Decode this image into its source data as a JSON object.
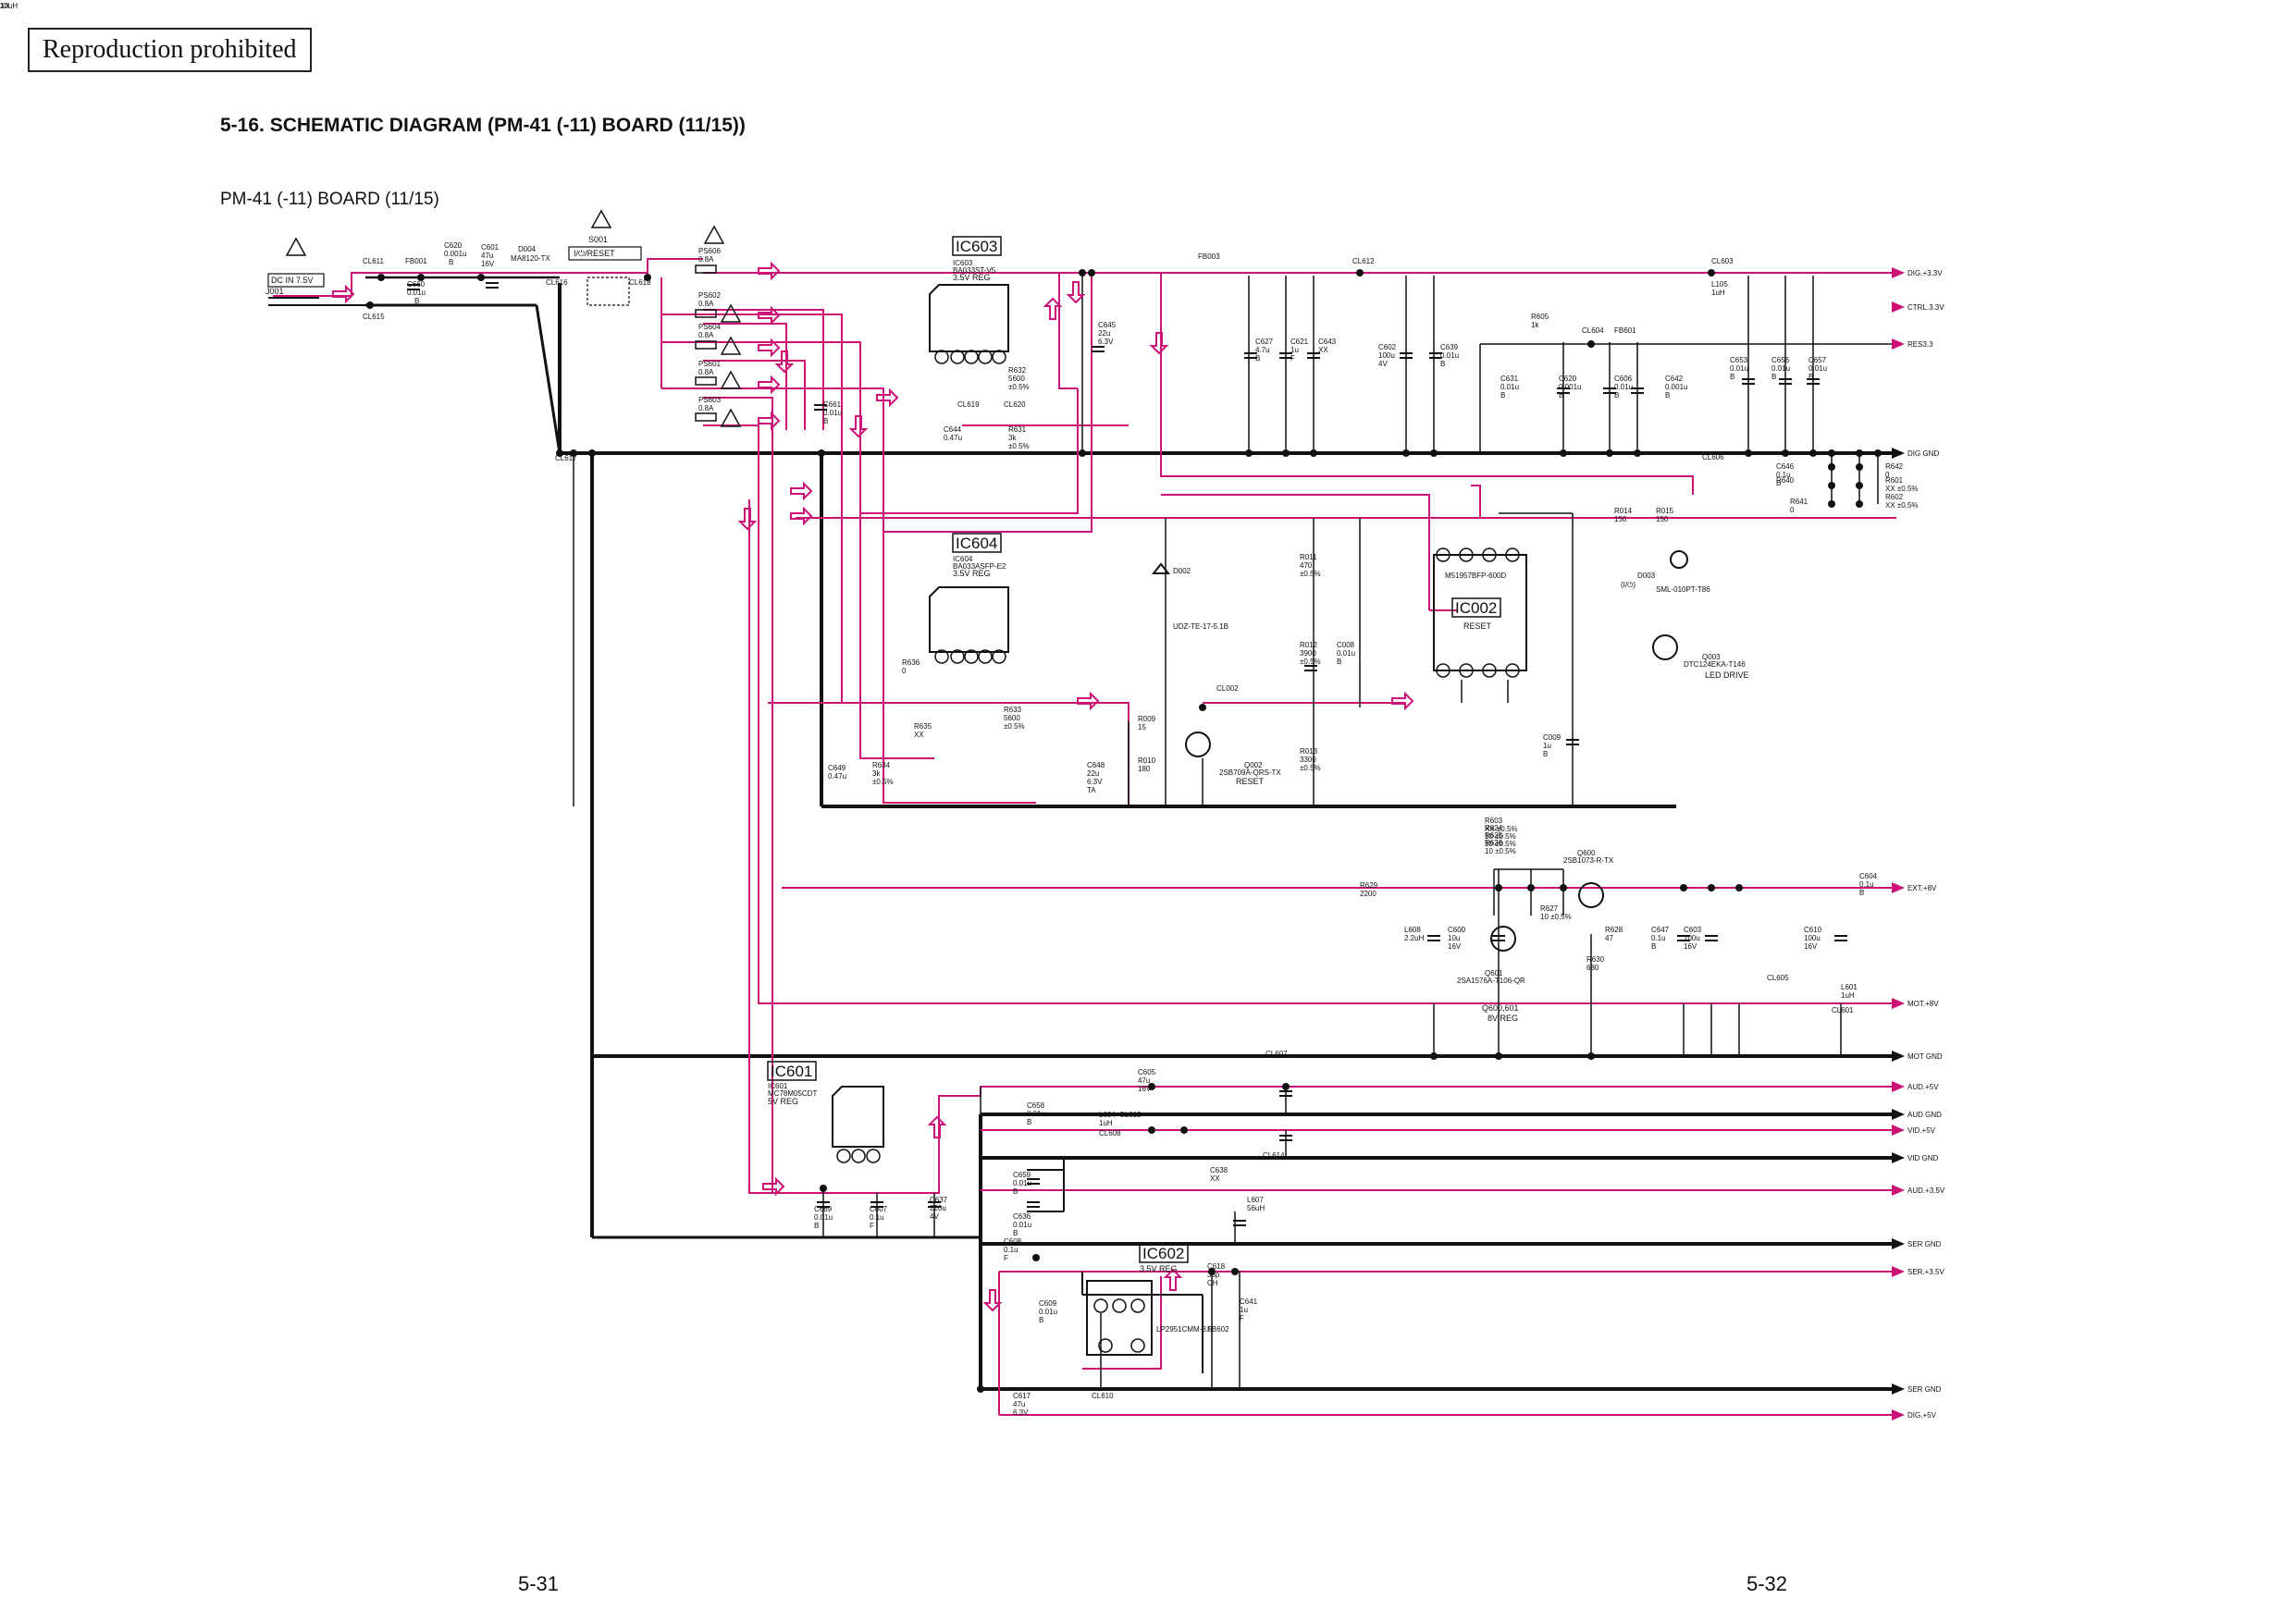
{
  "header": {
    "stamp": "Reproduction prohibited",
    "title": "5-16. SCHEMATIC DIAGRAM (PM-41 (-11) BOARD (11/15))",
    "subtitle": "PM-41 (-11) BOARD (11/15)"
  },
  "footer": {
    "page_left": "5-31",
    "page_right": "5-32"
  },
  "colors": {
    "signal": "#cc1177",
    "line": "#111111"
  },
  "input": {
    "jack": "J001",
    "label": "DC IN 7.5V"
  },
  "switch": {
    "ref": "S001",
    "label": "I/⏻/RESET"
  },
  "top_parts": [
    {
      "ref": "CL611"
    },
    {
      "ref": "FB001"
    },
    {
      "ref": "C620",
      "v1": "0.001u",
      "v2": "B"
    },
    {
      "ref": "C601",
      "v1": "47u",
      "v2": "16V"
    },
    {
      "ref": "D004",
      "v1": "MA8120-TX"
    },
    {
      "ref": "C660",
      "v1": "0.01u",
      "v2": "B"
    },
    {
      "ref": "CL615"
    },
    {
      "ref": "CL616"
    },
    {
      "ref": "CL618"
    }
  ],
  "fuses": [
    {
      "ref": "PS606",
      "v": "0.8A"
    },
    {
      "ref": "PS602",
      "v": "0.8A"
    },
    {
      "ref": "PS604",
      "v": "0.8A"
    },
    {
      "ref": "PS601",
      "v": "0.8A"
    },
    {
      "ref": "PS603",
      "v": "0.8A"
    }
  ],
  "ics": [
    {
      "id": "IC603",
      "part": "IC603",
      "model": "BA033ST-V5",
      "desc": "3.5V REG"
    },
    {
      "id": "IC604",
      "part": "IC604",
      "model": "BA033ASFP-E2",
      "desc": "3.5V REG"
    },
    {
      "id": "IC002",
      "part": "IC002",
      "model": "M51957BFP-600D",
      "desc": "RESET"
    },
    {
      "id": "IC601",
      "part": "IC601",
      "model": "MC78M05CDT",
      "desc": "5V REG"
    },
    {
      "id": "IC602",
      "part": "IC602",
      "model": "LP2951CMM-3.5",
      "desc": "3.5V REG"
    }
  ],
  "outputs": [
    {
      "label": "DIG.+3.3V"
    },
    {
      "label": "CTRL.3.3V"
    },
    {
      "label": "RES3.3"
    },
    {
      "label": "DIG GND"
    },
    {
      "label": "EXT.+8V"
    },
    {
      "label": "MOT.+8V"
    },
    {
      "label": "MOT GND"
    },
    {
      "label": "AUD.+5V"
    },
    {
      "label": "AUD GND"
    },
    {
      "label": "VID.+5V"
    },
    {
      "label": "VID GND"
    },
    {
      "label": "AUD.+3.5V"
    },
    {
      "label": "SER GND"
    },
    {
      "label": "SER.+3.5V"
    },
    {
      "label": "SER GND"
    },
    {
      "label": "DIG.+5V"
    }
  ],
  "transistors": [
    {
      "ref": "Q002",
      "model": "2SB709A-QRS-TX",
      "desc": "RESET"
    },
    {
      "ref": "Q003",
      "model": "DTC124EKA-T146",
      "desc": "LED DRIVE"
    },
    {
      "ref": "Q600",
      "model": "2SB1073-R-TX"
    },
    {
      "ref": "Q601",
      "model": "2SA1576A-T106-QR"
    }
  ],
  "reg_note": {
    "line1": "Q600,601",
    "line2": "8V REG"
  },
  "diodes": [
    {
      "ref": "D002",
      "model": "UDZ-TE-17-5.1B"
    },
    {
      "ref": "D003",
      "model": "SML-010PT-T86",
      "note": "(I/⏻)"
    }
  ],
  "misc_parts": [
    {
      "ref": "C645",
      "v1": "22u",
      "v2": "6.3V"
    },
    {
      "ref": "R632",
      "v1": "5600",
      "v2": "±0.5%"
    },
    {
      "ref": "R631",
      "v1": "3k",
      "v2": "±0.5%"
    },
    {
      "ref": "C644",
      "v1": "0.47u"
    },
    {
      "ref": "CL619"
    },
    {
      "ref": "CL620"
    },
    {
      "ref": "C661",
      "v1": "0.01u",
      "v2": "B"
    },
    {
      "ref": "C627",
      "v1": "4.7u",
      "v2": "B"
    },
    {
      "ref": "C621",
      "v1": "1u",
      "v2": "F"
    },
    {
      "ref": "C643",
      "v1": "XX"
    },
    {
      "ref": "C602",
      "v1": "100u",
      "v2": "4V"
    },
    {
      "ref": "C639",
      "v1": "0.01u",
      "v2": "B"
    },
    {
      "ref": "R605",
      "v1": "1k"
    },
    {
      "ref": "CL604"
    },
    {
      "ref": "FB601"
    },
    {
      "ref": "C631",
      "v1": "0.01u",
      "v2": "B"
    },
    {
      "ref": "C620",
      "v1": "0.001u",
      "v2": "B"
    },
    {
      "ref": "C606",
      "v1": "0.01u",
      "v2": "B"
    },
    {
      "ref": "C642",
      "v1": "0.001u",
      "v2": "B"
    },
    {
      "ref": "C653",
      "v1": "0.01u",
      "v2": "B"
    },
    {
      "ref": "C656",
      "v1": "0.01u",
      "v2": "B"
    },
    {
      "ref": "C657",
      "v1": "0.01u",
      "v2": "B"
    },
    {
      "ref": "L105",
      "v1": "1uH"
    },
    {
      "ref": "CL603"
    },
    {
      "ref": "CL612"
    },
    {
      "ref": "FB003"
    },
    {
      "ref": "CL617"
    },
    {
      "ref": "CL606"
    },
    {
      "ref": "R014",
      "v1": "150"
    },
    {
      "ref": "R015",
      "v1": "150"
    },
    {
      "ref": "R011",
      "v1": "470",
      "v2": "±0.5%"
    },
    {
      "ref": "R012",
      "v1": "3900",
      "v2": "±0.5%"
    },
    {
      "ref": "C008",
      "v1": "0.01u",
      "v2": "B"
    },
    {
      "ref": "R013",
      "v1": "3300",
      "v2": "±0.5%"
    },
    {
      "ref": "C009",
      "v1": "1u",
      "v2": "B"
    },
    {
      "ref": "CL002"
    },
    {
      "ref": "R009",
      "v1": "15"
    },
    {
      "ref": "R010",
      "v1": "180"
    },
    {
      "ref": "C648",
      "v1": "22u",
      "v2": "6.3V",
      "v3": "TA"
    },
    {
      "ref": "R636",
      "v1": "0"
    },
    {
      "ref": "R635",
      "v1": "XX"
    },
    {
      "ref": "R633",
      "v1": "5600",
      "v2": "±0.5%"
    },
    {
      "ref": "R634",
      "v1": "3k",
      "v2": "±0.5%"
    },
    {
      "ref": "C649",
      "v1": "0.47u"
    },
    {
      "ref": "C646",
      "v1": "0.1u",
      "v2": "B"
    },
    {
      "ref": "R640"
    },
    {
      "ref": "R641",
      "v1": "0"
    },
    {
      "ref": "R642",
      "v1": "0"
    },
    {
      "ref": "R601",
      "v1": "XX ±0.5%"
    },
    {
      "ref": "R602",
      "v1": "XX ±0.5%"
    },
    {
      "ref": "R603",
      "v1": "XX ±0.5%"
    },
    {
      "ref": "R624",
      "v1": "10 ±0.5%"
    },
    {
      "ref": "R625",
      "v1": "10 ±0.5%"
    },
    {
      "ref": "R626",
      "v1": "10 ±0.5%"
    },
    {
      "ref": "R627",
      "v1": "10 ±0.5%"
    },
    {
      "ref": "R628",
      "v1": "47"
    },
    {
      "ref": "R630",
      "v1": "680"
    },
    {
      "ref": "R629",
      "v1": "2200"
    },
    {
      "ref": "L608",
      "v1": "2.2uH"
    },
    {
      "ref": "C600",
      "v1": "10u",
      "v2": "16V"
    },
    {
      "ref": "C647",
      "v1": "0.1u",
      "v2": "B"
    },
    {
      "ref": "C603",
      "v1": "100u",
      "v2": "16V"
    },
    {
      "ref": "C610",
      "v1": "100u",
      "v2": "16V"
    },
    {
      "ref": "C604",
      "v1": "0.1u",
      "v2": "B"
    },
    {
      "ref": "CL605"
    },
    {
      "ref": "L601",
      "v1": "1uH"
    },
    {
      "ref": "CL601"
    },
    {
      "ref": "C605",
      "v1": "47u",
      "v2": "16V"
    },
    {
      "ref": "CL607"
    },
    {
      "ref": "C658",
      "v1": "0.01u",
      "v2": "B"
    },
    {
      "ref": "L604",
      "v1": "1uH"
    },
    {
      "ref": "CL613"
    },
    {
      "ref": "CL608"
    },
    {
      "ref": "CL614"
    },
    {
      "ref": "C659",
      "v1": "0.01u",
      "v2": "B"
    },
    {
      "ref": "C636",
      "v1": "0.01u",
      "v2": "B"
    },
    {
      "ref": "C638",
      "v1": "XX"
    },
    {
      "ref": "L607",
      "v1": "56uH"
    },
    {
      "ref": "C637",
      "v1": "220u",
      "v2": "4V"
    },
    {
      "ref": "C669",
      "v1": "0.01u",
      "v2": "B"
    },
    {
      "ref": "C607",
      "v1": "0.1u",
      "v2": "F"
    },
    {
      "ref": "C608",
      "v1": "0.1u",
      "v2": "F"
    },
    {
      "ref": "C609",
      "v1": "0.01u",
      "v2": "B"
    },
    {
      "ref": "FB602"
    },
    {
      "ref": "C641",
      "v1": "1u",
      "v2": "F"
    },
    {
      "ref": "C618",
      "v1": "33p",
      "v2": "CH"
    },
    {
      "ref": "C617",
      "v1": "47u",
      "v2": "6.3V"
    },
    {
      "ref": "CL610"
    },
    {
      "ref": "L605",
      "v1": "10uH"
    },
    {
      "ref": "C640",
      "v1": "XX"
    }
  ]
}
